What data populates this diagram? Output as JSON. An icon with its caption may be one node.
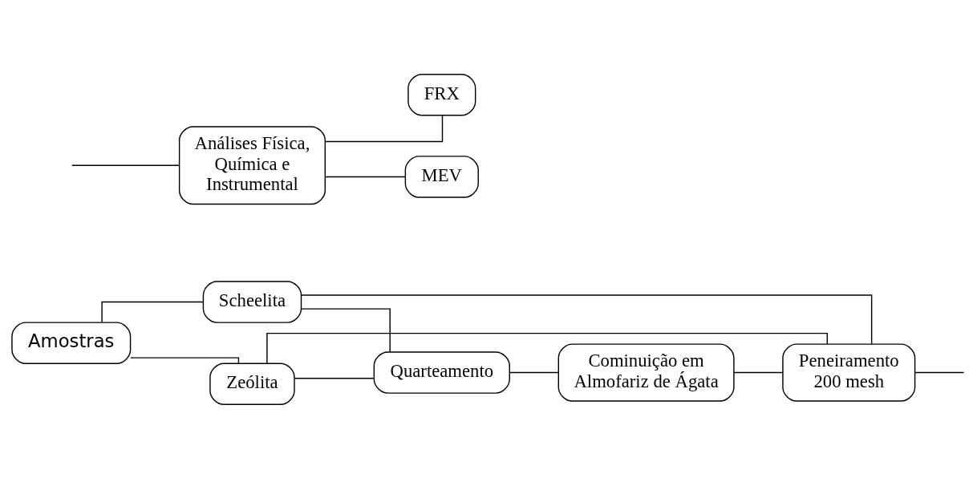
{
  "diagram": {
    "nodes": [
      {
        "text": [
          "Amostras"
        ]
      },
      {
        "text": [
          "Scheelita"
        ]
      },
      {
        "text": [
          "Zeólita"
        ]
      },
      {
        "text": [
          "Quarteamento"
        ]
      },
      {
        "text": [
          "Cominuição em Almofariz de Ágata"
        ]
      },
      {
        "text": [
          "Peneiramento 200 mesh"
        ]
      },
      {
        "text": [
          "Análises Física, Química e Instrumental"
        ]
      },
      {
        "text": [
          "FRX"
        ]
      },
      {
        "text": [
          "MEV"
        ]
      }
    ],
    "edges": [
      {
        "from": 0,
        "to": 1,
        "arrow": "none"
      },
      {
        "from": 0,
        "to": 2,
        "arrow": "none"
      },
      {
        "from": 1,
        "to": 3,
        "arrow": "none"
      },
      {
        "from": 1,
        "to": 5,
        "arrow": "none"
      },
      {
        "from": 2,
        "to": 3,
        "arrow": "none"
      },
      {
        "from": 2,
        "to": 5,
        "arrow": "none"
      },
      {
        "from": 3,
        "to": 4,
        "arrow": "none"
      },
      {
        "from": 4,
        "to": 5,
        "arrow": "none"
      },
      {
        "from": 5,
        "to": null,
        "arrow": "none"
      },
      {
        "from": null,
        "to": 6,
        "arrow": "none"
      },
      {
        "from": 6,
        "to": 7,
        "arrow": "none"
      },
      {
        "from": 6,
        "to": 8,
        "arrow": "none"
      }
    ]
  }
}
